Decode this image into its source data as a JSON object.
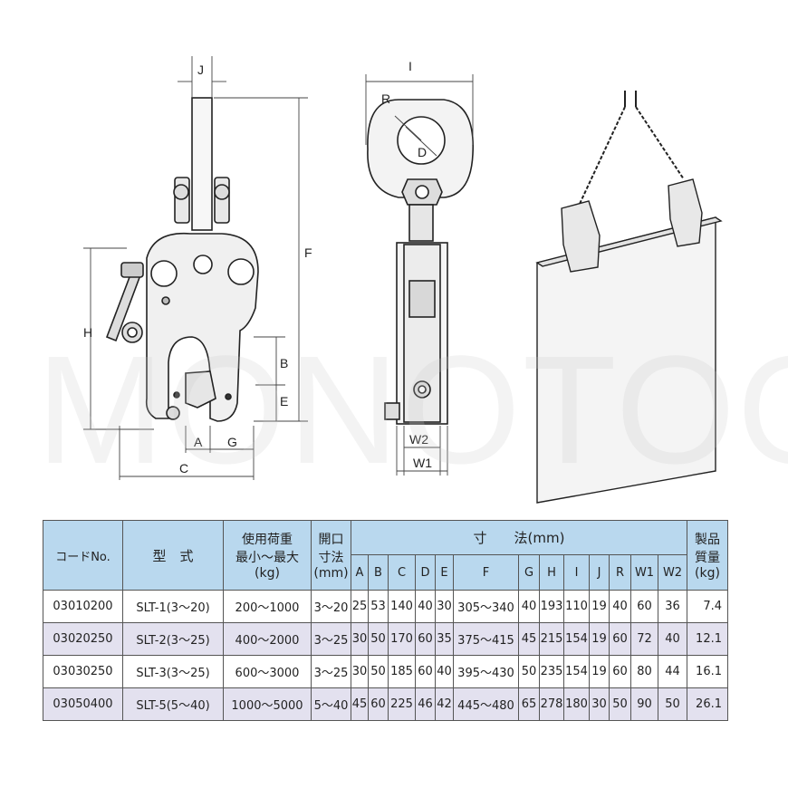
{
  "watermark": "MONOTOOL",
  "dimension_labels": {
    "front": [
      "J",
      "F",
      "H",
      "B",
      "E",
      "A",
      "G",
      "C"
    ],
    "side": [
      "I",
      "R",
      "D",
      "W2",
      "W1"
    ]
  },
  "table": {
    "headers": {
      "code": "コードNo.",
      "model": "型　式",
      "load_line1": "使用荷重",
      "load_line2": "最小～最大",
      "load_line3": "(kg)",
      "opening_line1": "開口",
      "opening_line2": "寸法",
      "opening_line3": "(mm)",
      "dimensions": "寸　　法(mm)",
      "weight_line1": "製品",
      "weight_line2": "質量",
      "weight_line3": "(kg)",
      "dim_cols": [
        "A",
        "B",
        "C",
        "D",
        "E",
        "F",
        "G",
        "H",
        "I",
        "J",
        "R",
        "W1",
        "W2"
      ]
    },
    "rows": [
      {
        "code": "03010200",
        "model": "SLT-1(3～20)",
        "load": "200～1000",
        "opening": "3～20",
        "A": "25",
        "B": "53",
        "C": "140",
        "D": "40",
        "E": "30",
        "F": "305～340",
        "G": "40",
        "H": "193",
        "I": "110",
        "J": "19",
        "R": "40",
        "W1": "60",
        "W2": "36",
        "weight": "7.4"
      },
      {
        "code": "03020250",
        "model": "SLT-2(3～25)",
        "load": "400～2000",
        "opening": "3～25",
        "A": "30",
        "B": "50",
        "C": "170",
        "D": "60",
        "E": "35",
        "F": "375～415",
        "G": "45",
        "H": "215",
        "I": "154",
        "J": "19",
        "R": "60",
        "W1": "72",
        "W2": "40",
        "weight": "12.1"
      },
      {
        "code": "03030250",
        "model": "SLT-3(3～25)",
        "load": "600～3000",
        "opening": "3～25",
        "A": "30",
        "B": "50",
        "C": "185",
        "D": "60",
        "E": "40",
        "F": "395～430",
        "G": "50",
        "H": "235",
        "I": "154",
        "J": "19",
        "R": "60",
        "W1": "80",
        "W2": "44",
        "weight": "16.1"
      },
      {
        "code": "03050400",
        "model": "SLT-5(5～40)",
        "load": "1000～5000",
        "opening": "5～40",
        "A": "45",
        "B": "60",
        "C": "225",
        "D": "46",
        "E": "42",
        "F": "445～480",
        "G": "65",
        "H": "278",
        "I": "180",
        "J": "30",
        "R": "50",
        "W1": "90",
        "W2": "50",
        "weight": "26.1"
      }
    ]
  }
}
